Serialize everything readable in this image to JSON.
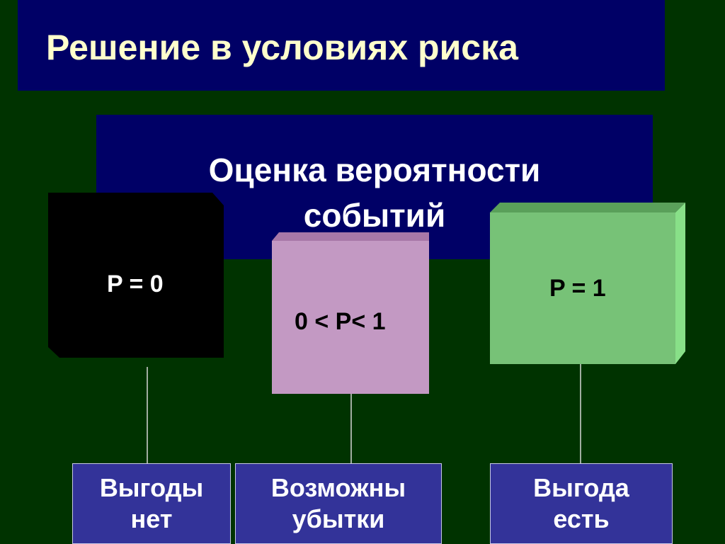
{
  "title": "Решение в условиях риска",
  "banner": {
    "line1": "Оценка вероятности",
    "line2": "событий"
  },
  "boxes": {
    "zero": {
      "label": "P = 0",
      "color": "#000000"
    },
    "between": {
      "label": "0 < P< 1",
      "color": "#c399c3"
    },
    "one": {
      "label": "P = 1",
      "color": "#77c277"
    }
  },
  "outcomes": {
    "no_benefit": {
      "line1": "Выгоды",
      "line2": "нет"
    },
    "possible_losses": {
      "line1": "Возможны",
      "line2": "убытки"
    },
    "benefit": {
      "line1": "Выгода",
      "line2": "есть"
    }
  },
  "colors": {
    "background": "#003300",
    "title_bar": "#000066",
    "title_text": "#ffffcc",
    "outcome_box": "#333399"
  }
}
